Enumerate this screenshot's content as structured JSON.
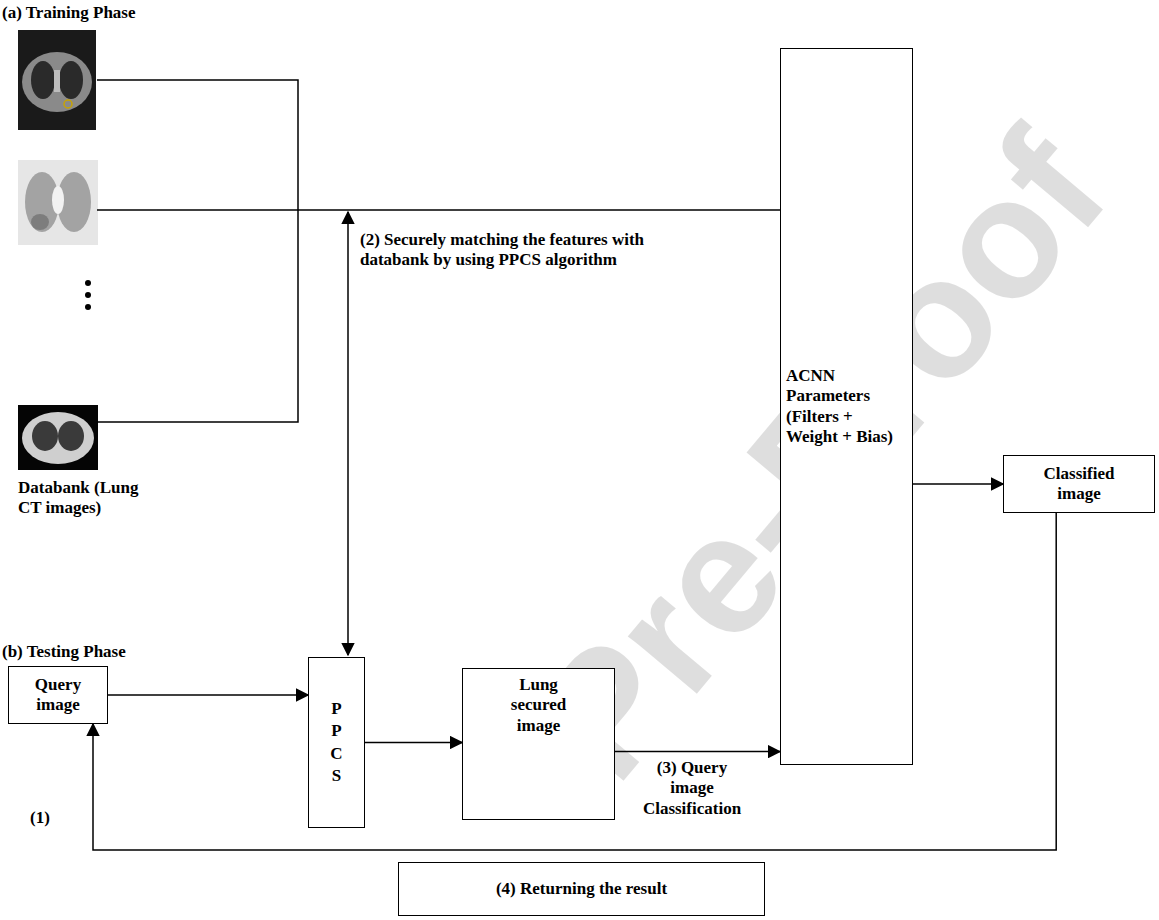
{
  "diagram": {
    "nodes": [
      {
        "text": [
          "ACNN Parameters (Filters + Weight + Bias)"
        ]
      },
      {
        "text": [
          "Classified image"
        ]
      },
      {
        "text": [
          "Query image"
        ]
      },
      {
        "text": [
          "PPCS"
        ]
      },
      {
        "text": [
          "Lung secured image"
        ]
      },
      {
        "text": [
          "(4) Returning the result"
        ]
      }
    ],
    "edges": [
      {
        "from": 2,
        "to": 3,
        "arrow": "to"
      },
      {
        "from": 3,
        "to": 4,
        "arrow": "to"
      },
      {
        "from": 4,
        "to": 0,
        "arrow": "to"
      },
      {
        "from": 0,
        "to": 1,
        "arrow": "to"
      },
      {
        "from": 1,
        "to": 2,
        "arrow": "to"
      }
    ],
    "labels": [
      "(a) Training Phase",
      "Databank (Lung CT images)",
      "(2) Securely matching the features with databank by using PPCS algorithm",
      "(b) Testing Phase",
      "(3) Query image Classification",
      "(1)",
      "Pre-Proof"
    ]
  }
}
